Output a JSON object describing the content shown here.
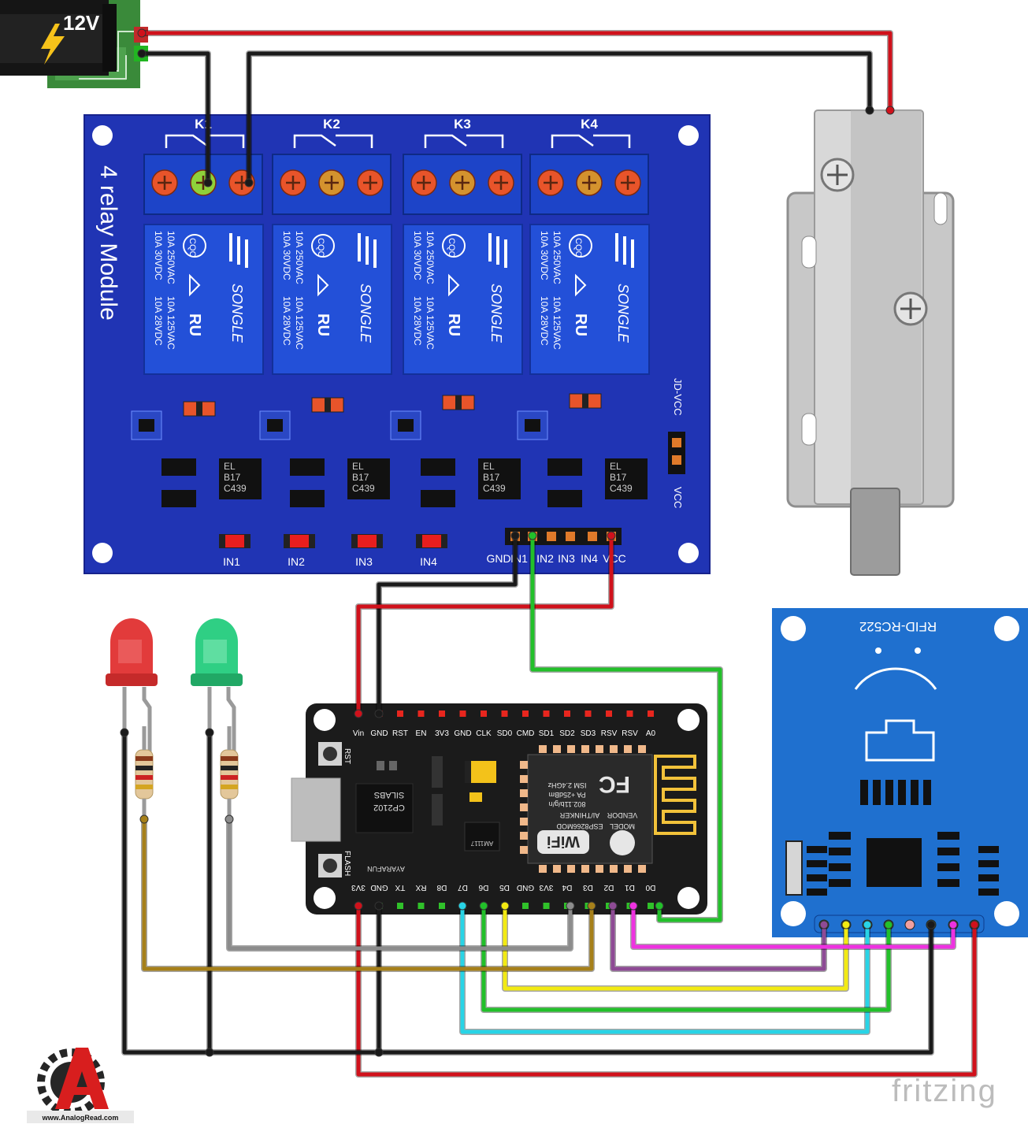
{
  "power": {
    "label": "12V"
  },
  "relay_module": {
    "title": "4 relay Module",
    "relays": [
      {
        "name": "K1",
        "brand": "SONGLE",
        "ratings": [
          "10A 250VAC",
          "10A 125VAC",
          "10A 30VDC",
          "10A 28VDC"
        ],
        "cert": "CQC"
      },
      {
        "name": "K2",
        "brand": "SONGLE",
        "ratings": [
          "10A 250VAC",
          "10A 125VAC",
          "10A 30VDC",
          "10A 28VDC"
        ],
        "cert": "CQC"
      },
      {
        "name": "K3",
        "brand": "SONGLE",
        "ratings": [
          "10A 250VAC",
          "10A 125VAC",
          "10A 30VDC",
          "10A 28VDC"
        ],
        "cert": "CQC"
      },
      {
        "name": "K4",
        "brand": "SONGLE",
        "ratings": [
          "10A 250VAC",
          "10A 125VAC",
          "10A 30VDC",
          "10A 28VDC"
        ],
        "cert": "CQC"
      }
    ],
    "optocoupler": [
      "EL",
      "B17",
      "C439"
    ],
    "jumper_top": "JD-VCC",
    "jumper_bottom": "VCC",
    "led_labels": [
      "IN1",
      "IN2",
      "IN3",
      "IN4"
    ],
    "header_labels": [
      "GND",
      "IN1",
      "IN2",
      "IN3",
      "IN4",
      "VCC"
    ]
  },
  "nodemcu": {
    "top_pins": [
      "Vin",
      "GND",
      "RST",
      "EN",
      "3V3",
      "GND",
      "CLK",
      "SD0",
      "CMD",
      "SD1",
      "SD2",
      "SD3",
      "RSV",
      "RSV",
      "A0"
    ],
    "bottom_pins": [
      "3V3",
      "GND",
      "TX",
      "RX",
      "D8",
      "D7",
      "D6",
      "D5",
      "GND",
      "3V3",
      "D4",
      "D3",
      "D2",
      "D1",
      "D0"
    ],
    "button_rst": "RST",
    "button_flash": "FLASH",
    "usb_chip": [
      "SILABS",
      "CP2102"
    ],
    "maker": "AYARAFUN",
    "regulator": "AM1117",
    "module_text": [
      "MODEL",
      "VENDOR",
      "ESP8266MOD",
      "AI/THINKER",
      "ISM 2.4GHz",
      "PA +25dBm",
      "802.11b/g/n"
    ],
    "wifi_label": "WiFi"
  },
  "rfid": {
    "title": "RFID-RC522"
  },
  "logo": {
    "url_text": "www.AnalogRead.com"
  },
  "watermark": {
    "text": "fritzing"
  },
  "colors": {
    "wire_red": "#d0111b",
    "wire_black": "#1a1a1a",
    "wire_green": "#22c02a",
    "wire_yellow": "#f2ea12",
    "wire_cyan": "#28d4e6",
    "wire_magenta": "#ee32e0",
    "wire_purple": "#8e4b95",
    "wire_gray": "#8c8c8c",
    "wire_brown": "#a6801a",
    "relay_board": "#2034b4",
    "relay_body": "#2350d8",
    "rfid_board": "#1f70cf",
    "nodemcu_board": "#1b1b1b"
  },
  "icons": [
    "bolt-icon",
    "solenoid-lock-icon",
    "led-red-icon",
    "led-green-icon",
    "resistor-icon",
    "wifi-antenna-icon",
    "gear-logo-icon"
  ]
}
